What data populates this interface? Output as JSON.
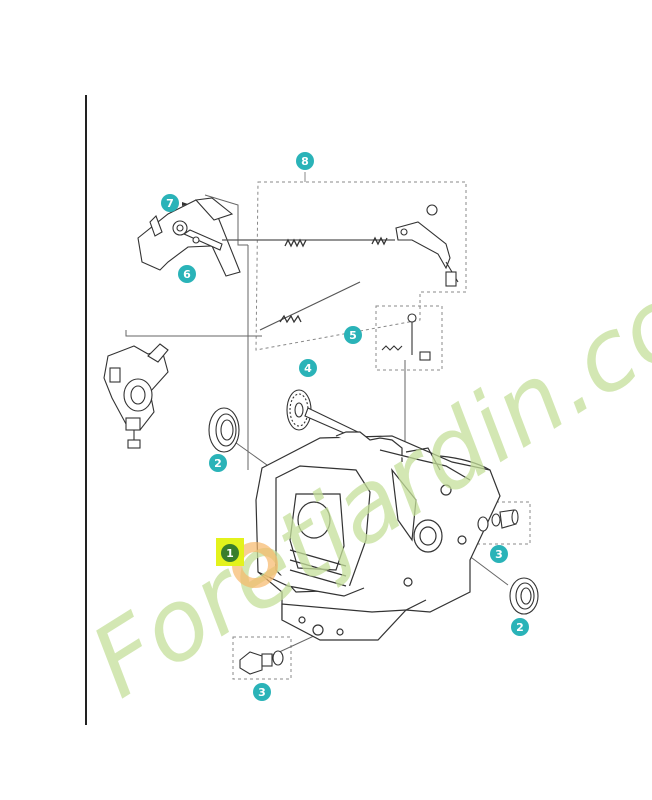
{
  "callouts": [
    {
      "id": "c1",
      "label": "1",
      "highlighted": true
    },
    {
      "id": "c2a",
      "label": "2"
    },
    {
      "id": "c2b",
      "label": "2"
    },
    {
      "id": "c3a",
      "label": "3"
    },
    {
      "id": "c3b",
      "label": "3"
    },
    {
      "id": "c4",
      "label": "4"
    },
    {
      "id": "c5",
      "label": "5"
    },
    {
      "id": "c6",
      "label": "6"
    },
    {
      "id": "c7",
      "label": "7"
    },
    {
      "id": "c8",
      "label": "8"
    }
  ],
  "watermark": {
    "text": "Foretjardin.com"
  },
  "colors": {
    "callout": "#2ab3b8",
    "highlight": "#e3f21c",
    "highlight_callout": "#3a7d2c",
    "line": "#555555",
    "dashed": "#888888",
    "watermark_green": "#c5e09a",
    "watermark_orange": "#f7b86a"
  }
}
